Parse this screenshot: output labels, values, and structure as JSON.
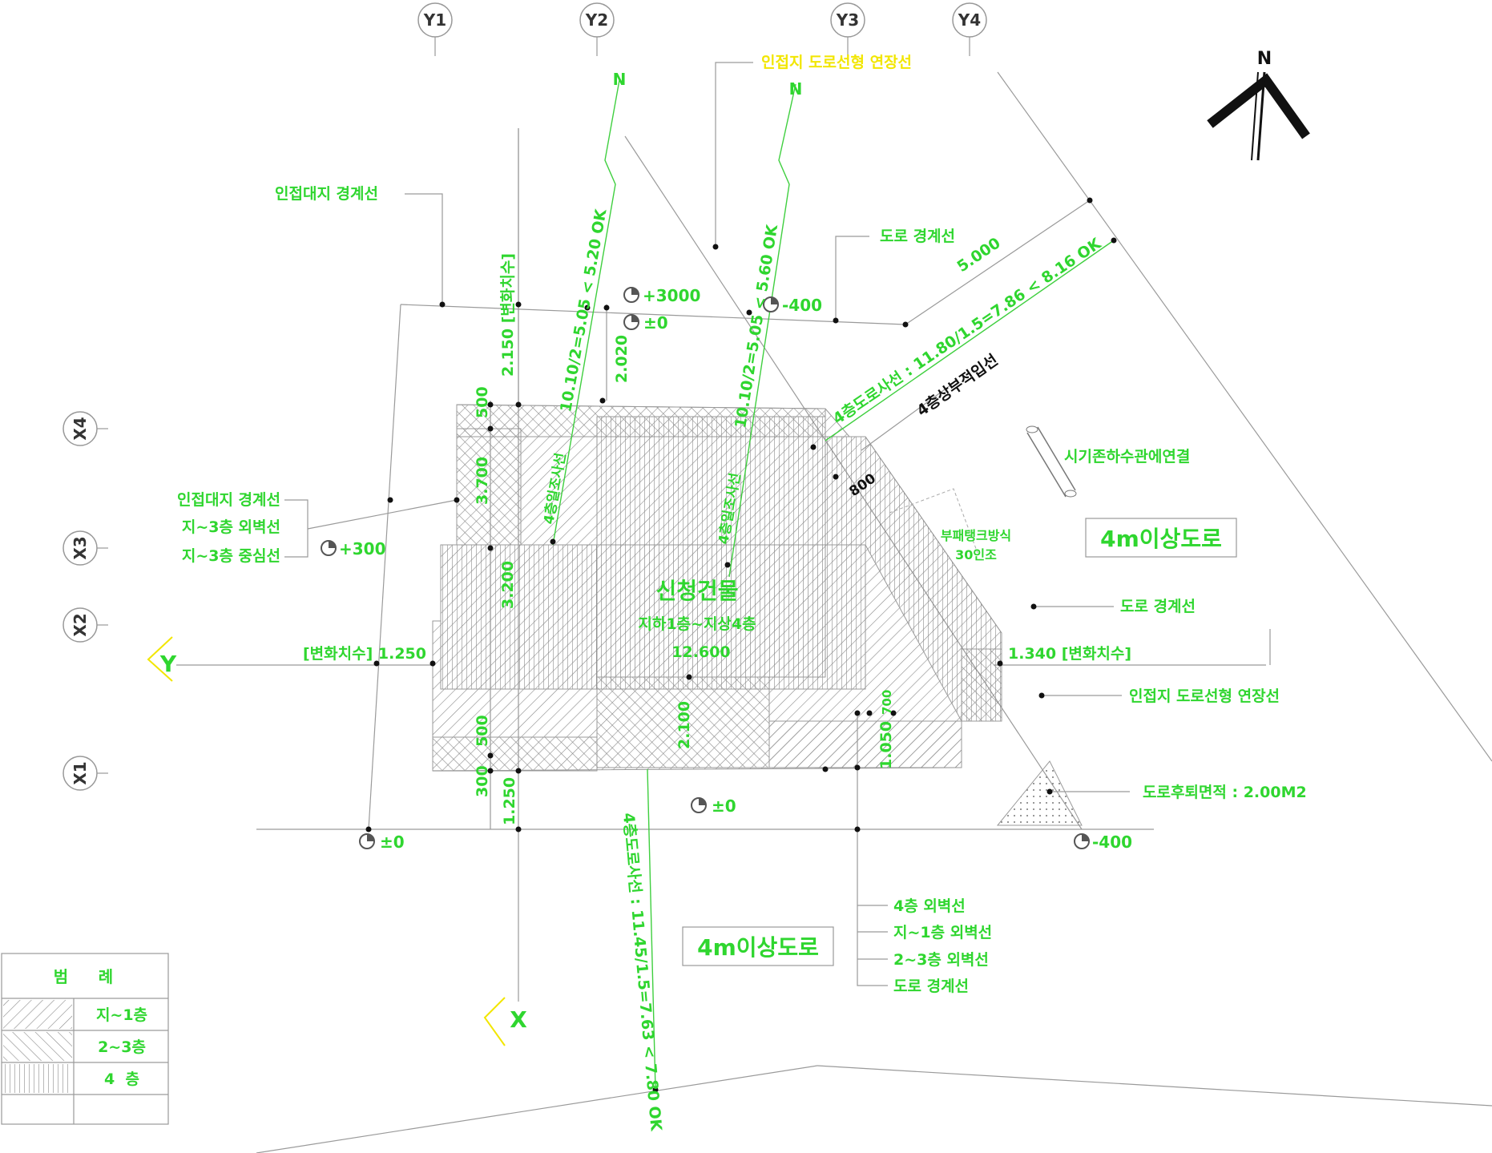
{
  "grid": {
    "y_axes": [
      "Y1",
      "Y2",
      "Y3",
      "Y4"
    ],
    "x_axes": [
      "X4",
      "X3",
      "X2",
      "X1"
    ],
    "axis_y_letter": "Y",
    "axis_x_letter": "X"
  },
  "north": {
    "big": "N",
    "left": "N",
    "right": "N"
  },
  "labels": {
    "adj_road_ext_top": "인접지 도로선형 연장선",
    "adj_boundary_top": "인접대지 경계선",
    "road_boundary_top": "도로 경계선",
    "adj_boundary_left": "인접대지 경계선",
    "ext_wall_b3": "지~3층 외벽선",
    "center_b3": "지~3층 중심선",
    "septic": "시기존하수관에연결",
    "septic_tank": "부패탱크방식",
    "septic_capacity": "30인조",
    "road_boundary_right": "도로 경계선",
    "adj_road_ext_right": "인접지 도로선형 연장선",
    "road_setback": "도로후퇴면적 : 2.00M2",
    "wall_4f": "4층 외벽선",
    "wall_b1": "지~1층 외벽선",
    "wall_23": "2~3층 외벽선",
    "road_boundary_bottom": "도로 경계선",
    "road_4m_right": "4m이상도로",
    "road_4m_bottom": "4m이상도로",
    "building_name": "신청건물",
    "building_floors": "지하1층~지상4층",
    "setback_4f": "4층상부적입선"
  },
  "dims": {
    "d2150": "2.150 [변화치수]",
    "d_y2_diag": "10.10/2=5.05 < 5.20 OK",
    "d2020": "2.020",
    "d_y3_diag": "10.10/2=5.05 < 5.60 OK",
    "d5000": "5.000",
    "d_road_diag": "4층도로사선 : 11.80/1.5=7.86 < 8.16 OK",
    "d500_top": "500",
    "d3700": "3.700",
    "d_slope1": "4층일조사선",
    "d_slope2": "4층일조사선",
    "d800": "800",
    "d3200": "3.200",
    "d12600": "12.600",
    "d1250_left": "[변화치수] 1.250",
    "d1340_right": "1.340 [변화치수]",
    "d500_bot": "500",
    "d300": "300",
    "d1250_bot": "1.250",
    "d2100": "2.100",
    "d1050": "1.050",
    "d700": "700",
    "d_bottom_diag": "4층도로사선 : 11.45/1.5=7.63 < 7.80 OK"
  },
  "levels": {
    "l_plus3000": "+3000",
    "l_zero_top": "±0",
    "l_minus400_top": "-400",
    "l_plus300": "+300",
    "l_zero_mid": "±0",
    "l_zero_left": "±0",
    "l_minus400_right": "-400"
  },
  "legend": {
    "title1": "범",
    "title2": "례",
    "row1": "지~1층",
    "row2": "2~3층",
    "row3": "4  층"
  },
  "colors": {
    "label_green": "#2fd62f",
    "highlight_yellow": "#f2e600",
    "hatch_gray": "#8a8a8a",
    "line_gray": "#9a9a9a"
  }
}
